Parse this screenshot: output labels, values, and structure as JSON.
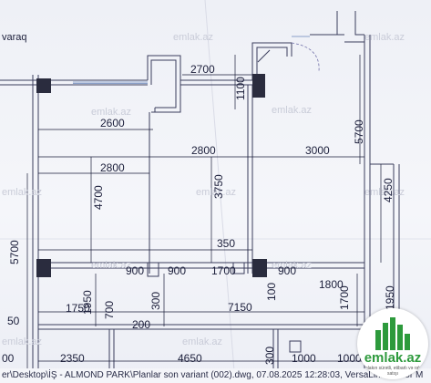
{
  "watermark": "emlak.az",
  "label_top_left": "varaq",
  "dimensions": {
    "d2700": "2700",
    "d1100": "1100",
    "d2600": "2600",
    "d2800a": "2800",
    "d3000": "3000",
    "d5700a": "5700",
    "d2800b": "2800",
    "d4700": "4700",
    "d3750": "3750",
    "d4250": "4250",
    "d5700b": "5700",
    "d350": "350",
    "d900a": "900",
    "d900b": "900",
    "d1700a": "1700",
    "d900c": "900",
    "d1800": "1800",
    "d1750": "1750",
    "d1950a": "1950",
    "d700": "700",
    "d300a": "300",
    "d7150": "7150",
    "d100": "100",
    "d1700b": "1700",
    "d1950b": "1950",
    "d50": "50",
    "d200": "200",
    "d2350": "2350",
    "d4650": "4650",
    "d300b": "300",
    "d1000a": "1000",
    "d1000b": "1000",
    "d00": "00"
  },
  "path_text": "er\\Desktop\\İŞ - ALMOND PARK\\Planlar son variant (002).dwg, 07.08.2025 12:28:03, VersaLink ... olor M",
  "logo": {
    "word": "emlak.az",
    "sub": "Əmlakın sürətli, etibarlı və rahat satışı"
  },
  "colors": {
    "ink": "#1b1e3a",
    "column": "#2a2c3e",
    "watermark": "#c9ccd8",
    "logo_green": "#2d9a3c"
  }
}
